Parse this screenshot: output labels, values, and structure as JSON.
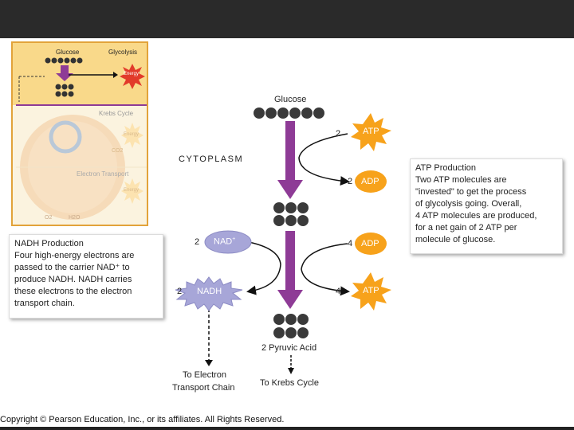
{
  "thumbnail": {
    "glucose": "Glucose",
    "glycolysis": "Glycolysis",
    "energy1": "Energy",
    "krebs_cycle": "Krebs Cycle",
    "energy2": "Energy",
    "co2": "CO2",
    "electron_transport": "Electron Transport",
    "energy3": "Energy",
    "o2": "O2",
    "h2o": "H2O"
  },
  "diagram": {
    "glucose_label": "Glucose",
    "cytoplasm_label": "CYTOPLASM",
    "pyruvic_label": "2 Pyruvic Acid",
    "to_electron_line1": "To Electron",
    "to_electron_line2": "Transport Chain",
    "to_krebs": "To Krebs Cycle",
    "atp_in": {
      "count": "2",
      "label": "ATP"
    },
    "adp_out": {
      "count": "2",
      "label": "ADP"
    },
    "adp_in": {
      "count": "4",
      "label": "ADP"
    },
    "atp_out": {
      "count": "4",
      "label": "ATP"
    },
    "nad_in": {
      "count": "2",
      "label": "NAD",
      "sup": "+"
    },
    "nadh_out": {
      "count": "2",
      "label": "NADH"
    }
  },
  "atp_box": {
    "title": "ATP Production",
    "lines": [
      "Two ATP molecules are",
      "\"invested\" to get the process",
      "of glycolysis going. Overall,",
      "4 ATP molecules are produced,",
      "for a net gain of 2 ATP per",
      "molecule of glucose."
    ]
  },
  "nadh_box": {
    "title": "NADH Production",
    "lines": [
      "Four high-energy electrons are",
      "passed to the carrier NAD⁺ to",
      "produce NADH. NADH carries",
      "these electrons to the electron",
      "transport chain."
    ]
  },
  "footer": "Copyright © Pearson Education, Inc., or its affiliates. All Rights Reserved.",
  "colors": {
    "purple": "#8e3b96",
    "atp_orange": "#f7a21b",
    "adp_orange": "#f7a21b",
    "nad_lavender": "#a7a6d8",
    "header": "#2a2a2a"
  }
}
